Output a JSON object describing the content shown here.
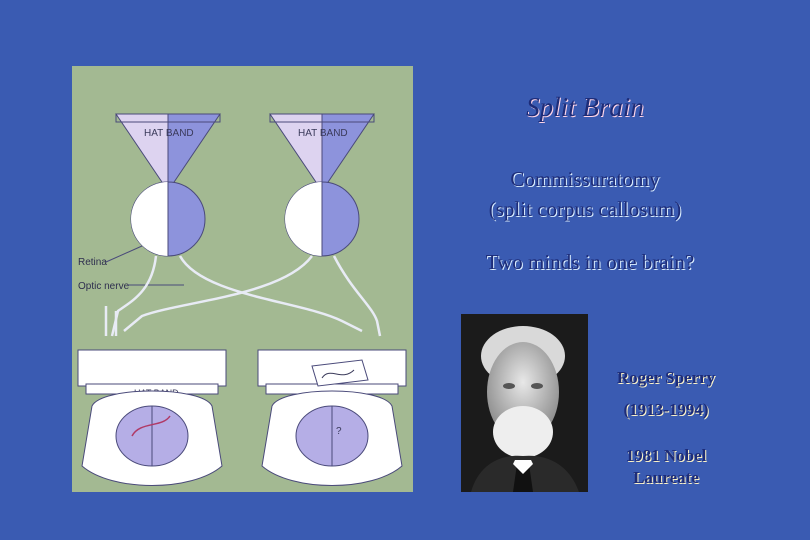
{
  "title": "Split Brain",
  "subtitle_line1": "Commissuratomy",
  "subtitle_line2": "(split corpus callosum)",
  "question": "Two minds in one brain?",
  "figure": {
    "hat_band_label": "HAT BAND",
    "retina_label": "Retina",
    "optic_nerve_label": "Optic nerve",
    "unknown_mark": "?"
  },
  "person": {
    "name": "Roger Sperry",
    "dates": "(1913-1994)",
    "award_line1": "1981 Nobel",
    "award_line2": "Laureate"
  },
  "colors": {
    "background": "#3a5bb2",
    "figure_background": "#a3b992",
    "text": "#1d2c78"
  }
}
